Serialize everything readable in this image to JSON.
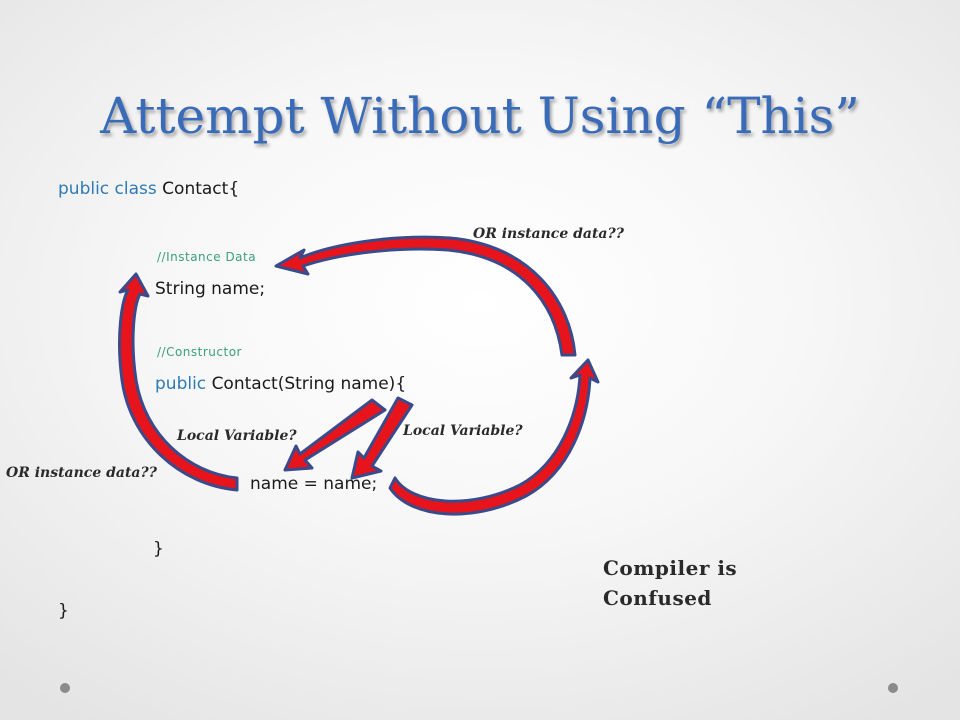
{
  "title": "Attempt Without Using “This”",
  "code": {
    "class_keyword": "public class",
    "class_name": "Contact{",
    "instance_comment": "//Instance Data",
    "field_decl": "String name;",
    "constructor_comment": "//Constructor",
    "ctor_keyword": "public",
    "ctor_signature": "Contact(String name){",
    "assignment": "name = name;",
    "ctor_close": "}",
    "class_close": "}"
  },
  "annotations": {
    "or_instance_top": "OR instance data??",
    "or_instance_left": "OR instance data??",
    "local_left": "Local Variable?",
    "local_right": "Local Variable?"
  },
  "callout": {
    "line1": "Compiler is",
    "line2": "Confused"
  },
  "colors": {
    "title": "#3a6bb8",
    "keyword": "#2e7bb5",
    "comment": "#3aa07a",
    "arrow_fill": "#e8141c",
    "arrow_outline": "#3a4a8a"
  },
  "icons": {
    "nav_dot": "bullet-dot"
  }
}
